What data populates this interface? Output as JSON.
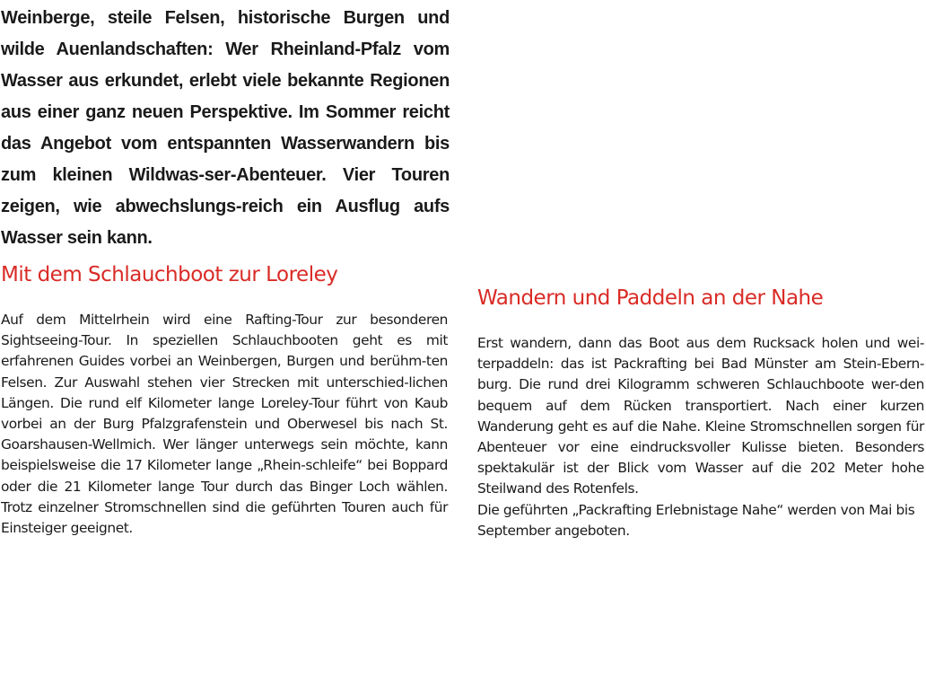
{
  "intro": {
    "text": "Weinberge, steile Felsen, historische Burgen und wilde Auenlandschaften: Wer Rheinland-Pfalz vom Wasser aus erkundet, erlebt viele bekannte Regionen aus einer ganz neuen Perspektive. Im Sommer reicht das Angebot vom entspannten Wasserwandern bis zum kleinen Wildwas-ser-Abenteuer. Vier Touren zeigen, wie abwechslungs-reich ein Ausflug aufs Wasser sein kann."
  },
  "sections": [
    {
      "heading": "Mit dem Schlauchboot zur Loreley",
      "body": "Auf dem Mittelrhein wird eine Rafting-Tour zur besonderen Sightseeing-Tour. In speziellen Schlauchbooten geht es mit erfahrenen Guides vorbei an Weinbergen, Burgen und berühm-ten Felsen. Zur Auswahl stehen vier Strecken mit unterschied-lichen Längen. Die rund elf Kilometer lange Loreley-Tour führt von Kaub vorbei an der Burg Pfalzgrafenstein und Oberwesel bis nach St. Goarshausen-Wellmich. Wer länger unterwegs sein möchte, kann beispielsweise die 17 Kilometer lange „Rhein-schleife“ bei Boppard oder die 21 Kilometer lange Tour durch das Binger Loch wählen. Trotz einzelner Stromschnellen sind die geführten Touren auch für Einsteiger geeignet."
    },
    {
      "heading": "Wandern und Paddeln an der Nahe",
      "body": "Erst wandern, dann das Boot aus dem Rucksack holen und wei-terpaddeln: das ist Packrafting bei Bad Münster am Stein-Ebern-burg. Die rund drei Kilogramm schweren Schlauchboote wer-den bequem auf dem Rücken transportiert. Nach einer kurzen Wanderung geht es auf die Nahe. Kleine Stromschnellen sorgen für Abenteuer vor eine eindrucksvoller Kulisse bieten. Besonders spektakulär ist der Blick vom Wasser auf die 202 Meter hohe Steilwand des Rotenfels.",
      "body_tail": "Die geführten „Packrafting Erlebnistage Nahe“ werden von Mai bis September angeboten."
    }
  ]
}
